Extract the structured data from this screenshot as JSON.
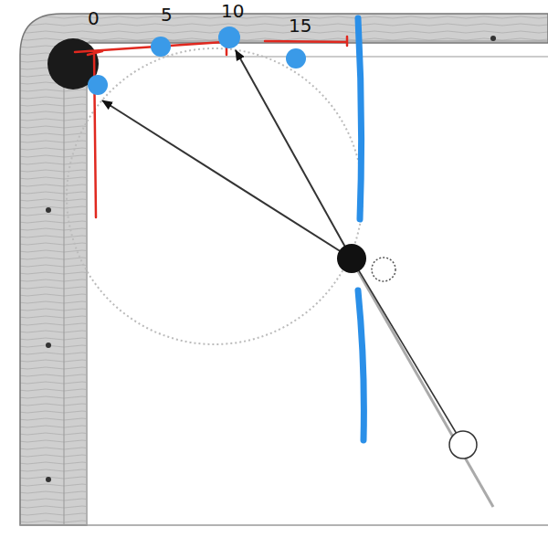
{
  "diagram": {
    "labels": [
      "0",
      "5",
      "10",
      "15"
    ]
  }
}
